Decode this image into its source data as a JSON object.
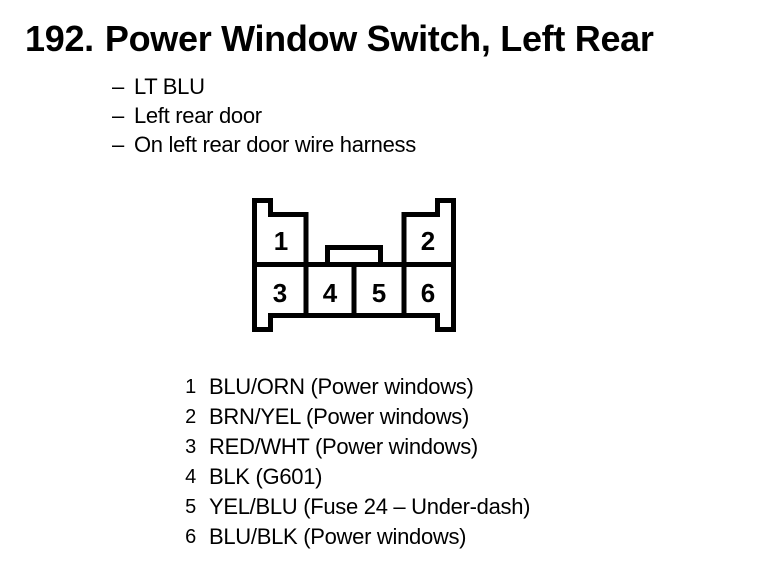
{
  "title": {
    "number": "192.",
    "text": "Power Window Switch, Left Rear"
  },
  "details": {
    "marker": "–",
    "items": [
      "LT BLU",
      "Left rear door",
      "On left rear door wire harness"
    ]
  },
  "connector": {
    "description": "6-cavity connector, front view",
    "pins": {
      "p1": "1",
      "p2": "2",
      "p3": "3",
      "p4": "4",
      "p5": "5",
      "p6": "6"
    }
  },
  "legend": [
    {
      "num": "1",
      "text": "BLU/ORN (Power windows)"
    },
    {
      "num": "2",
      "text": "BRN/YEL (Power windows)"
    },
    {
      "num": "3",
      "text": "RED/WHT (Power windows)"
    },
    {
      "num": "4",
      "text": "BLK (G601)"
    },
    {
      "num": "5",
      "text": "YEL/BLU (Fuse 24 – Under-dash)"
    },
    {
      "num": "6",
      "text": "BLU/BLK (Power windows)"
    }
  ],
  "colors": {
    "ink": "#000000",
    "paper": "#ffffff"
  }
}
